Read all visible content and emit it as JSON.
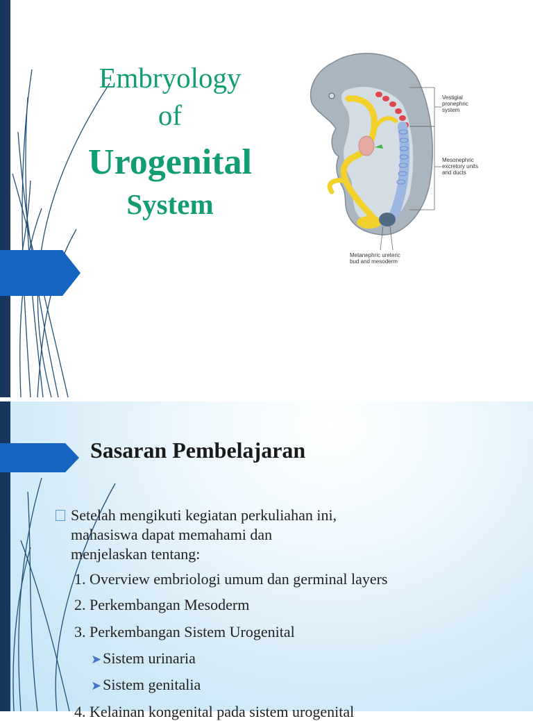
{
  "slide1": {
    "title_line1": "Embryology",
    "title_line2": "of",
    "title_line3": "Urogenital",
    "title_line4": "System",
    "figure": {
      "label_vestigial": "Vestigial\npronephric\nsystem",
      "label_mesonephric": "Mesonephric\nexcretory units\nand ducts",
      "label_metanephric": "Metanephric ureteric\nbud and mesoderm"
    },
    "colors": {
      "title": "#129c73",
      "left_bar": "#17375e",
      "arrow": "#1565c0"
    }
  },
  "slide2": {
    "title": "Sasaran Pembelajaran",
    "intro": "Setelah mengikuti kegiatan perkuliahan ini,\nmahasiswa dapat memahami dan\nmenjelaskan tentang:",
    "items": [
      "1. Overview embriologi umum dan germinal layers",
      "2. Perkembangan Mesoderm",
      "3. Perkembangan Sistem Urogenital",
      "4. Kelainan kongenital pada sistem urogenital"
    ],
    "subitems": [
      "Sistem urinaria",
      "Sistem genitalia"
    ]
  }
}
